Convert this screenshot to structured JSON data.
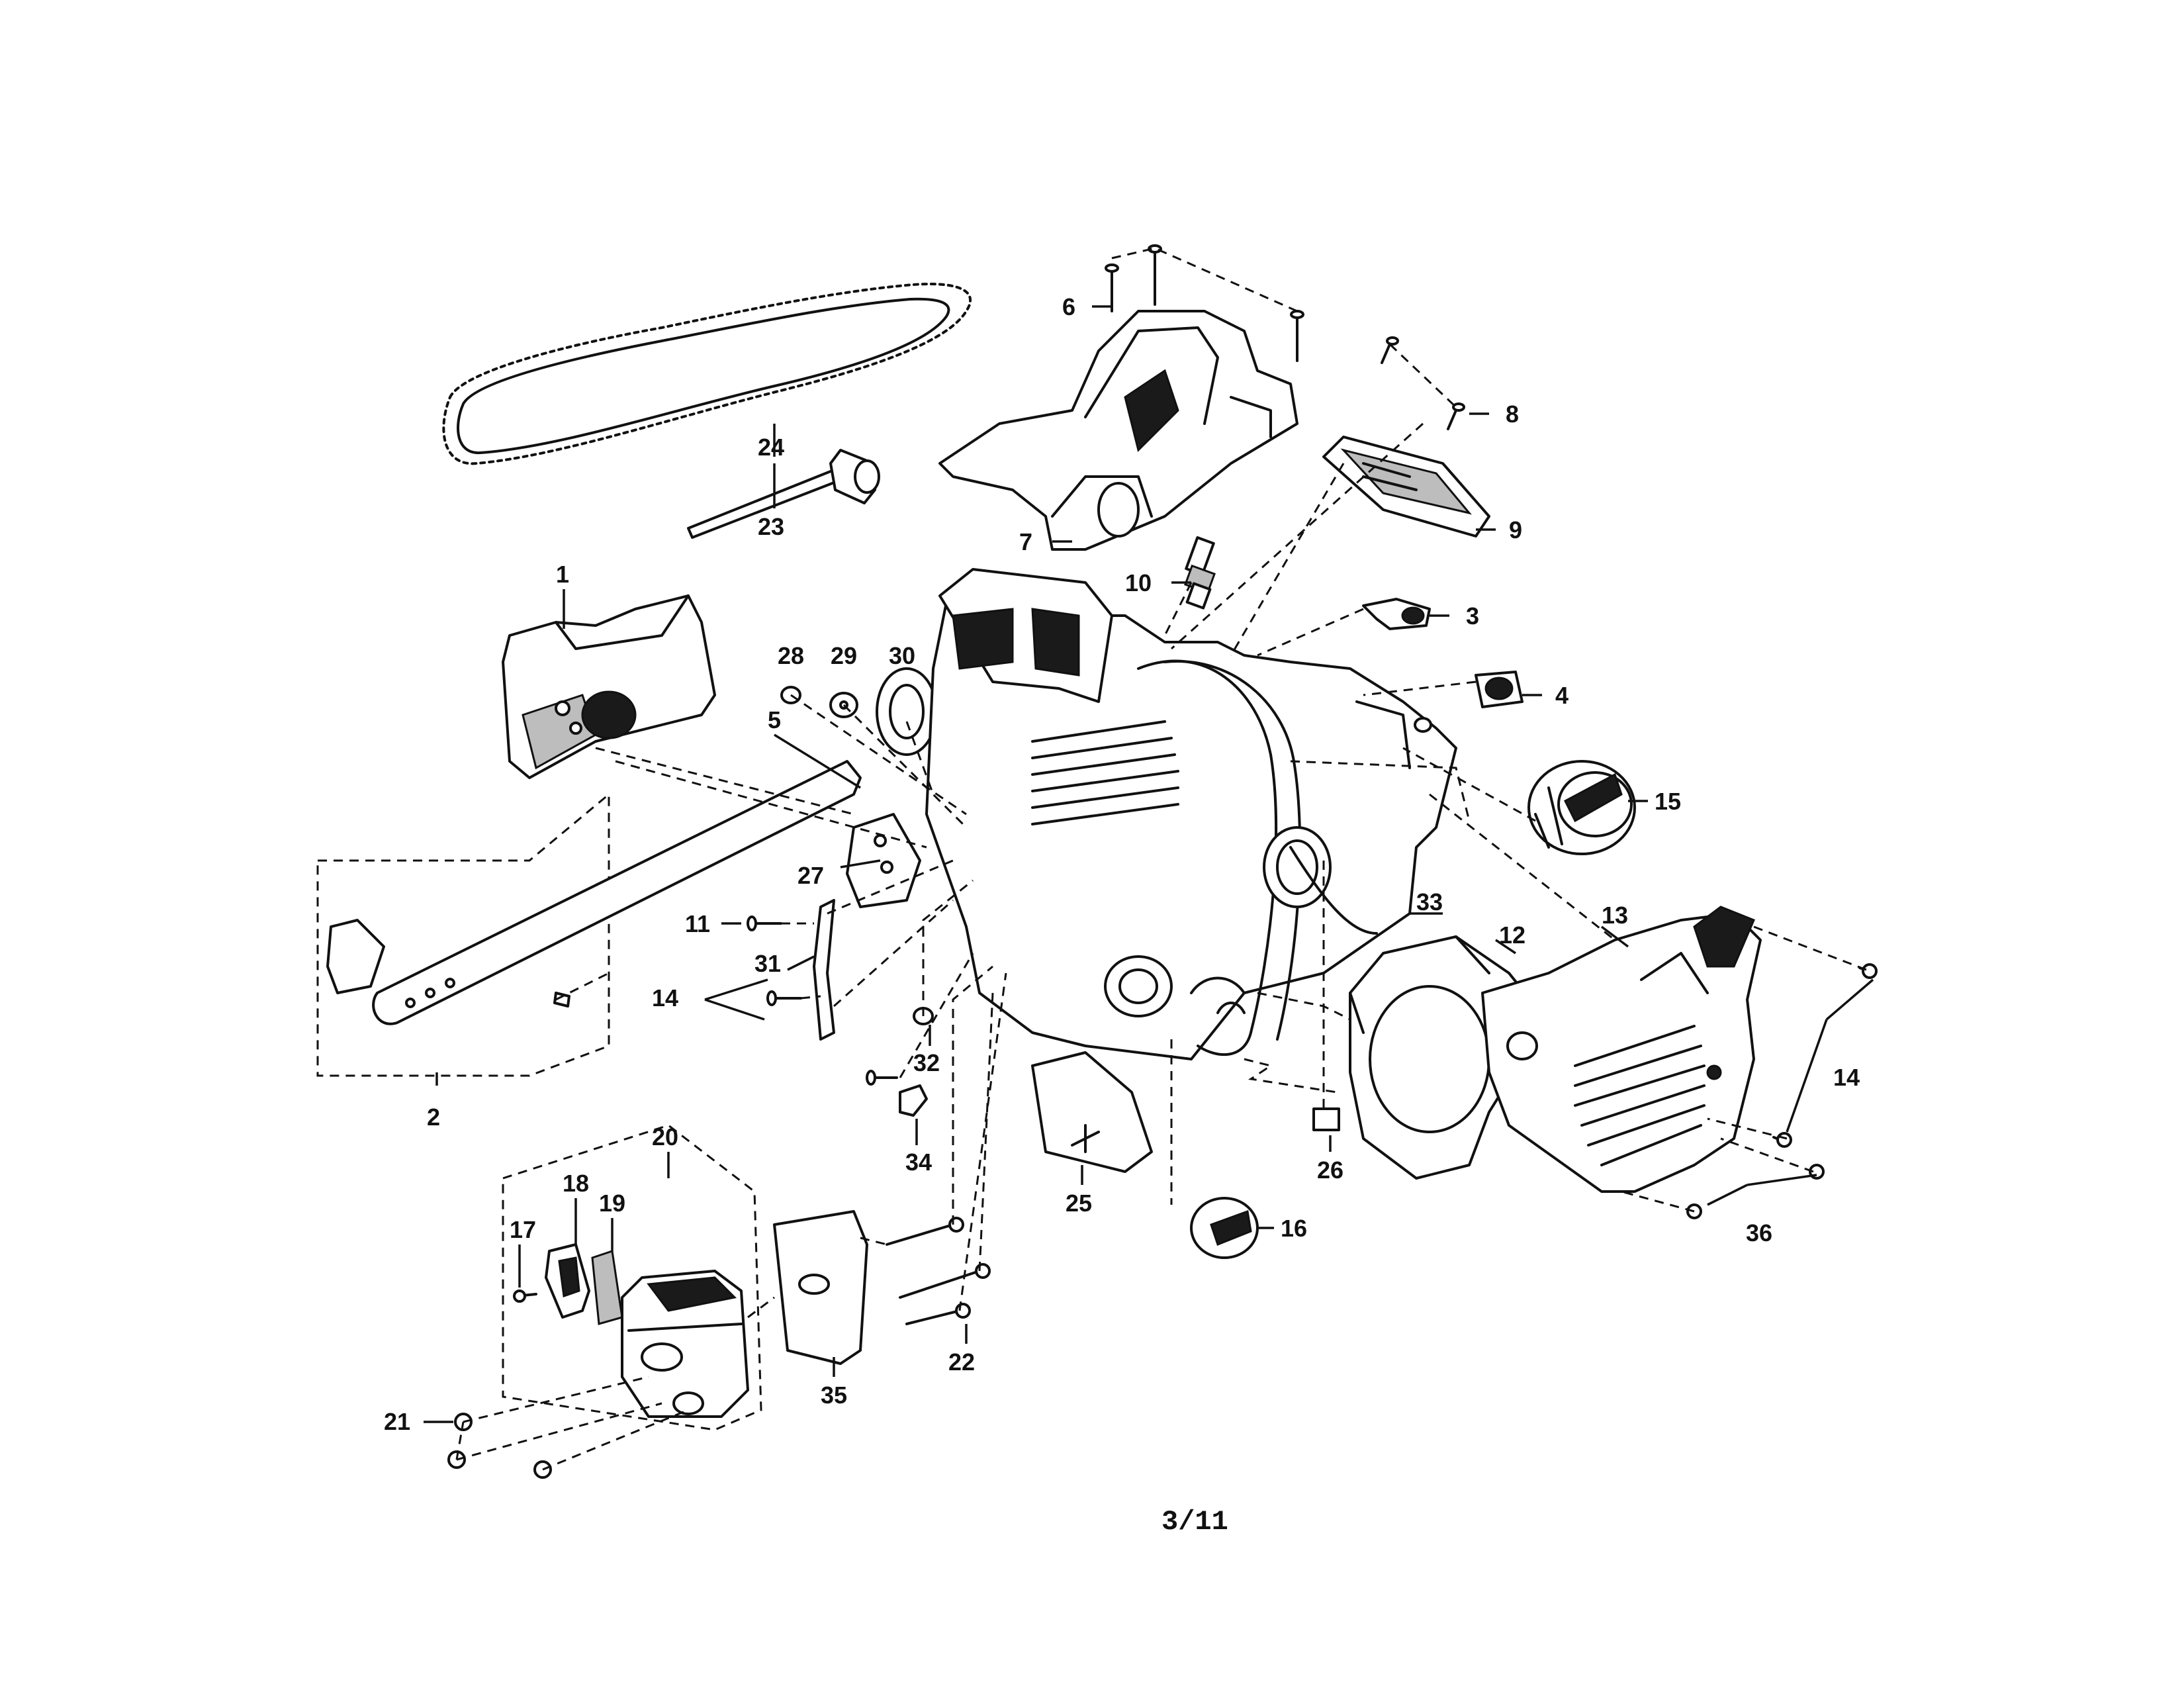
{
  "callouts": {
    "c1": "1",
    "c2": "2",
    "c3": "3",
    "c4": "4",
    "c5": "5",
    "c6": "6",
    "c7": "7",
    "c8": "8",
    "c9": "9",
    "c10": "10",
    "c11": "11",
    "c12": "12",
    "c13": "13",
    "c14a": "14",
    "c14b": "14",
    "c15": "15",
    "c16": "16",
    "c17": "17",
    "c18": "18",
    "c19": "19",
    "c20": "20",
    "c21": "21",
    "c22": "22",
    "c23": "23",
    "c24": "24",
    "c25": "25",
    "c26": "26",
    "c27": "27",
    "c28": "28",
    "c29": "29",
    "c30": "30",
    "c31": "31",
    "c32": "32",
    "c33": "33",
    "c34": "34",
    "c35": "35",
    "c36": "36"
  },
  "page_number": "3/11"
}
